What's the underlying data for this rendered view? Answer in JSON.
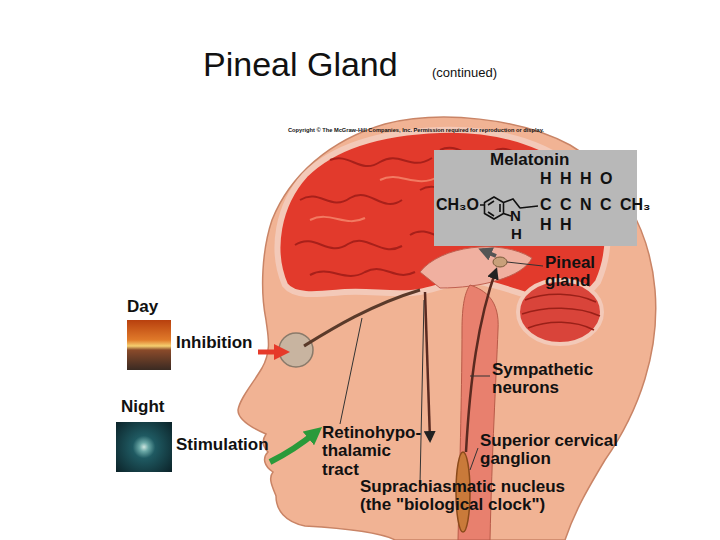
{
  "diagram": {
    "title": "Pineal Gland",
    "nodes": [
      {
        "text": [
          "Melatonin",
          "H H H O",
          "CH₃O",
          "N",
          "H",
          "C C N C CH₃",
          "H H"
        ]
      },
      {
        "text": [
          "Day"
        ]
      },
      {
        "text": [
          "Night"
        ]
      }
    ],
    "labels": [
      "(continued)",
      "Copyright © The McGraw-Hill Companies, Inc. Permission required for reproduction or display.",
      "Pineal gland",
      "Inhibition",
      "Sympathetic neurons",
      "Stimulation",
      "Retinohypo- thalamic tract",
      "Superior cervical ganglion",
      "Suprachiasmatic nucleus (the \"biological clock\")"
    ]
  }
}
